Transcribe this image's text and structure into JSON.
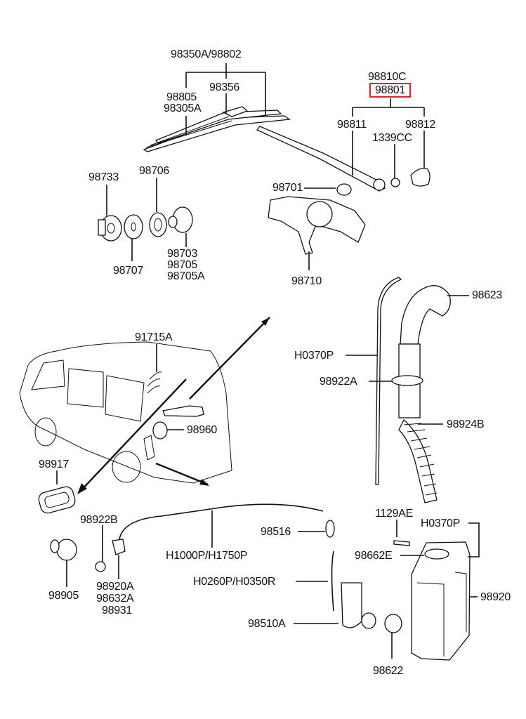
{
  "diagram": {
    "title": "Rear wiper & washer parts diagram",
    "highlight_color": "#d9262c",
    "labels": {
      "wiper_blade_assy": "98350A/98802",
      "wiper_blade": "98356",
      "blade_refill_1": "98805",
      "blade_refill_2": "98305A",
      "arm_assy_upper": "98810C",
      "arm_assy_highlighted": "98801",
      "arm": "98811",
      "cap": "98812",
      "nut": "1339CC",
      "bushing_a": "98733",
      "seal_washer": "98706",
      "grommet": "98707",
      "cap_nut_1": "98703",
      "cap_nut_2": "98705",
      "cap_nut_3": "98705A",
      "motor_cap": "98701",
      "motor_assy": "98710",
      "hose_clip": "91715A",
      "nozzle_cover": "98960",
      "trim_grommet": "98917",
      "filler_cap": "98623",
      "hose_right": "H0370P",
      "filler_grommet": "98922A",
      "filler_neck_hose": "98924B",
      "grommet_b": "98922B",
      "plug": "98905",
      "nozzle_1": "98920A",
      "nozzle_2": "98632A",
      "nozzle_3": "98931",
      "long_hose": "H1000P/H1750P",
      "connector": "98516",
      "short_hose": "H0260P/H0350R",
      "pump": "98510A",
      "pump_grommet": "98622",
      "bolt": "1129AE",
      "reservoir_hose": "H0370P",
      "reservoir_cap": "98662E",
      "reservoir": "98920"
    }
  }
}
